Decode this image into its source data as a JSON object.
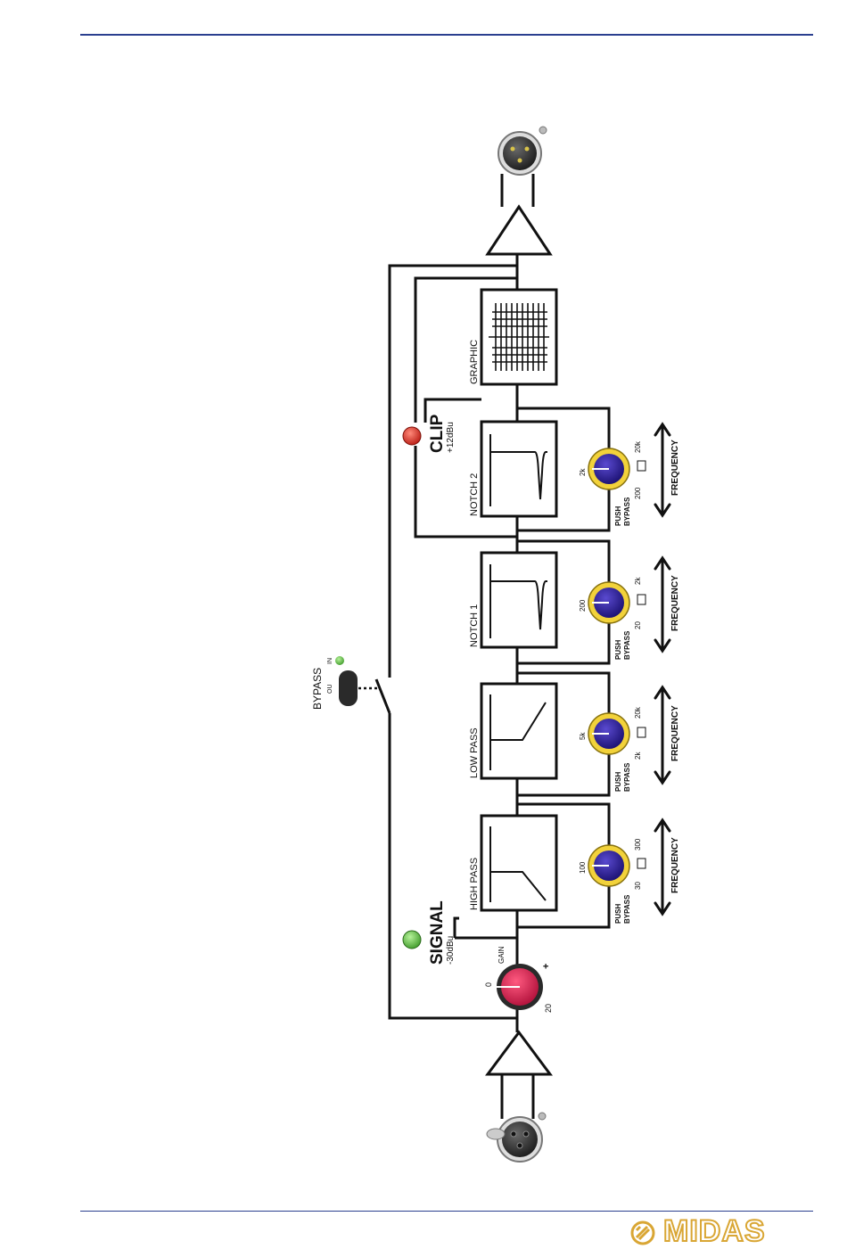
{
  "labels": {
    "high_pass": "HIGH PASS",
    "low_pass": "LOW PASS",
    "notch_1": "NOTCH 1",
    "notch_2": "NOTCH 2",
    "graphic": "GRAPHIC",
    "signal": "SIGNAL",
    "signal_level": "-30dBu",
    "clip": "CLIP",
    "clip_level": "+12dBu",
    "bypass": "BYPASS",
    "bypass_in": "IN",
    "bypass_out": "OU",
    "gain": "GAIN",
    "gain_min": "0",
    "gain_mid": "+",
    "gain_max": "20",
    "push_bypass_1": "PUSH",
    "push_bypass_2": "BYPASS",
    "frequency": "FREQUENCY"
  },
  "knobs": {
    "high_pass": {
      "lo": "30",
      "mid": "100",
      "hi": "300"
    },
    "low_pass": {
      "lo": "2k",
      "mid": "5k",
      "hi": "20k"
    },
    "notch_1": {
      "lo": "20",
      "mid": "200",
      "hi": "2k"
    },
    "notch_2": {
      "lo": "200",
      "mid": "2k",
      "hi": "20k"
    }
  },
  "brand": {
    "name": "MIDAS"
  },
  "colors": {
    "knob_ring": "#f2d23a",
    "knob_body": "#2c1f8f",
    "gain_body": "#e01a4a",
    "led_green": "#6bd04a",
    "led_red": "#e23a2a",
    "rule": "#2a3f8f",
    "brand": "#d9a634"
  }
}
